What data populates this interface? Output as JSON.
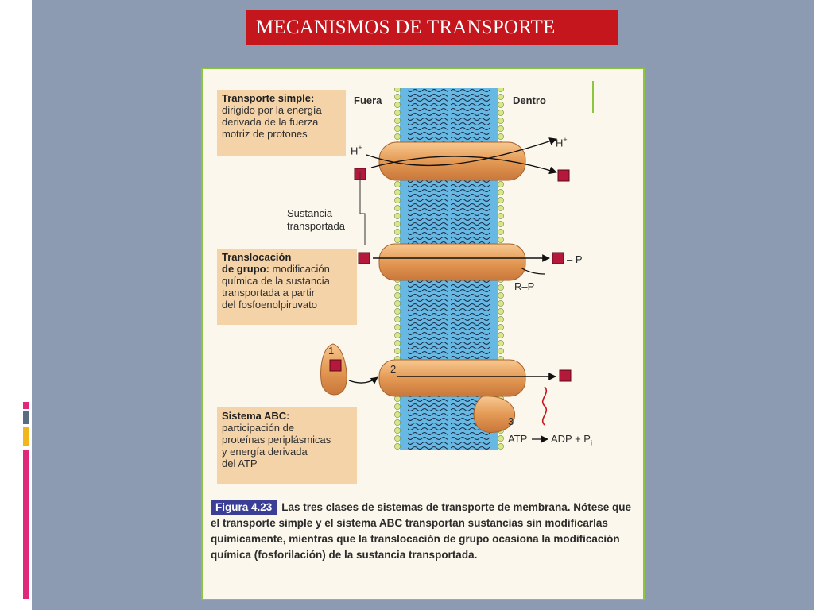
{
  "slide": {
    "title": "MECANISMOS DE TRANSPORTE",
    "colors": {
      "background": "#8d9bb2",
      "title_bg": "#c4161c",
      "frame": "#8cc63f",
      "label_box": "#f4d3a9",
      "caption_tag": "#3a3f95"
    }
  },
  "figure": {
    "side_labels": {
      "outside": "Fuera",
      "inside": "Dentro"
    },
    "simple": {
      "title": "Transporte simple:",
      "lines": [
        "dirigido por la energía",
        "derivada de la fuerza",
        "motriz de protones"
      ]
    },
    "group": {
      "title_line1": "Translocación",
      "title_line2": "de grupo:",
      "rest": " modificación",
      "lines": [
        "química de la sustancia",
        "transportada a partir",
        "del fosfoenolpiruvato"
      ]
    },
    "abc": {
      "title": "Sistema ABC:",
      "lines": [
        "participación de",
        "proteínas periplásmicas",
        "y energía derivada",
        "del ATP"
      ]
    },
    "substance_label": [
      "Sustancia",
      "transportada"
    ],
    "h_plus": "H",
    "superscript_plus": "+",
    "p_label": "– P",
    "rp_label": "R–P",
    "steps": [
      "1",
      "2",
      "3"
    ],
    "atp": "ATP",
    "adp": "ADP + P",
    "pi_sub": "i",
    "caption_tag": "Figura 4.23",
    "caption_text": "Las tres clases de sistemas de transporte de membrana. Nótese que el transporte simple y el sistema ABC transportan sustancias sin modificarlas químicamente, mientras que la translocación de grupo ocasiona la modificación química (fosforilación) de la sustancia transportada."
  }
}
